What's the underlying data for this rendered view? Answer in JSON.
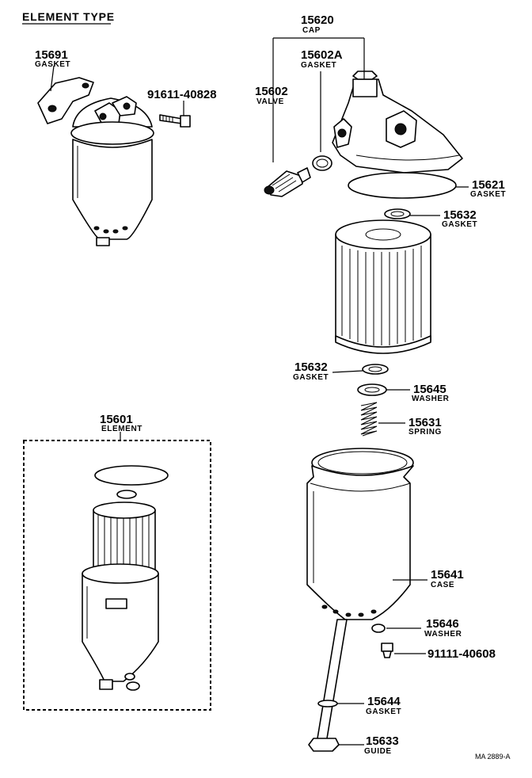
{
  "title": "ELEMENT TYPE",
  "drawing_ref": "MA 2889-A",
  "callouts": {
    "p15691": {
      "number": "15691",
      "name": "GASKET"
    },
    "p91611": {
      "number": "91611-40828",
      "name": ""
    },
    "p15620": {
      "number": "15620",
      "name": "CAP"
    },
    "p15602A": {
      "number": "15602A",
      "name": "GASKET"
    },
    "p15602": {
      "number": "15602",
      "name": "VALVE"
    },
    "p15621": {
      "number": "15621",
      "name": "GASKET"
    },
    "p15632a": {
      "number": "15632",
      "name": "GASKET"
    },
    "p15632b": {
      "number": "15632",
      "name": "GASKET"
    },
    "p15645": {
      "number": "15645",
      "name": "WASHER"
    },
    "p15631": {
      "number": "15631",
      "name": "SPRING"
    },
    "p15601": {
      "number": "15601",
      "name": "ELEMENT"
    },
    "p15641": {
      "number": "15641",
      "name": "CASE"
    },
    "p15646": {
      "number": "15646",
      "name": "WASHER"
    },
    "p91111": {
      "number": "91111-40608",
      "name": ""
    },
    "p15644": {
      "number": "15644",
      "name": "GASKET"
    },
    "p15633": {
      "number": "15633",
      "name": "GUIDE"
    }
  }
}
